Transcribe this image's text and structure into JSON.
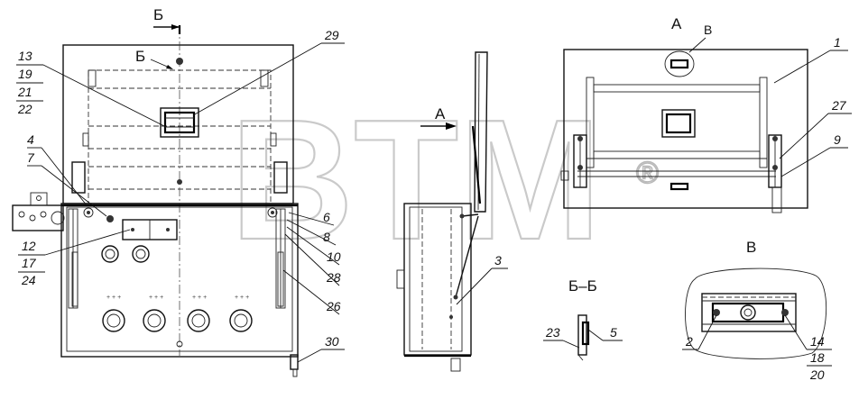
{
  "watermark": {
    "text": "BTM",
    "registered": "®"
  },
  "views": {
    "section_marker": "Б",
    "view_a": "А",
    "view_v": "В",
    "section_bb": "Б–Б",
    "view_a_callout": "В",
    "arrow_a": "А"
  },
  "callouts": {
    "left_stack_top": [
      "13",
      "19",
      "21",
      "22"
    ],
    "left_stack_mid": [
      "12",
      "17",
      "24"
    ],
    "p4": "4",
    "p7": "7",
    "p29": "29",
    "p6": "6",
    "p8": "8",
    "p10": "10",
    "p28": "28",
    "p26": "26",
    "p30": "30",
    "p3": "3",
    "p1": "1",
    "p27": "27",
    "p9": "9",
    "p23": "23",
    "p5": "5",
    "p2": "2",
    "right_stack": [
      "14",
      "18",
      "20"
    ]
  }
}
